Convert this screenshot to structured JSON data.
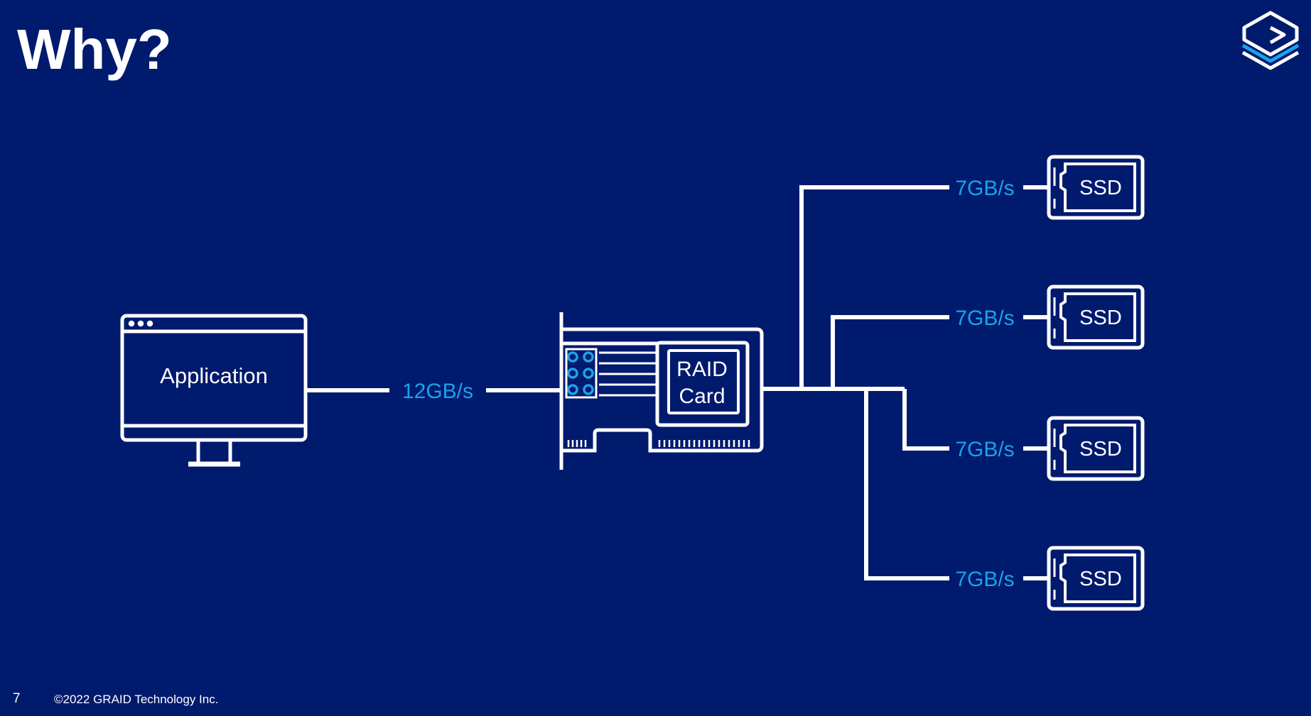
{
  "slide": {
    "title": "Why?",
    "page_number": "7",
    "footer": "©2022 GRAID Technology Inc."
  },
  "icons": {
    "logo": "graid-logo-icon",
    "application": "monitor-icon",
    "raid_card": "pcie-card-icon",
    "ssd": "ssd-drive-icon"
  },
  "colors": {
    "background": "#001a6e",
    "line": "#ffffff",
    "speed_label": "#1aa3ea",
    "accent": "#1aa3ea"
  },
  "diagram": {
    "application_label": "Application",
    "host_link_speed": "12GB/s",
    "raid_card_label": [
      "RAID",
      "Card"
    ],
    "drives": [
      {
        "label": "SSD",
        "speed": "7GB/s"
      },
      {
        "label": "SSD",
        "speed": "7GB/s"
      },
      {
        "label": "SSD",
        "speed": "7GB/s"
      },
      {
        "label": "SSD",
        "speed": "7GB/s"
      }
    ]
  }
}
